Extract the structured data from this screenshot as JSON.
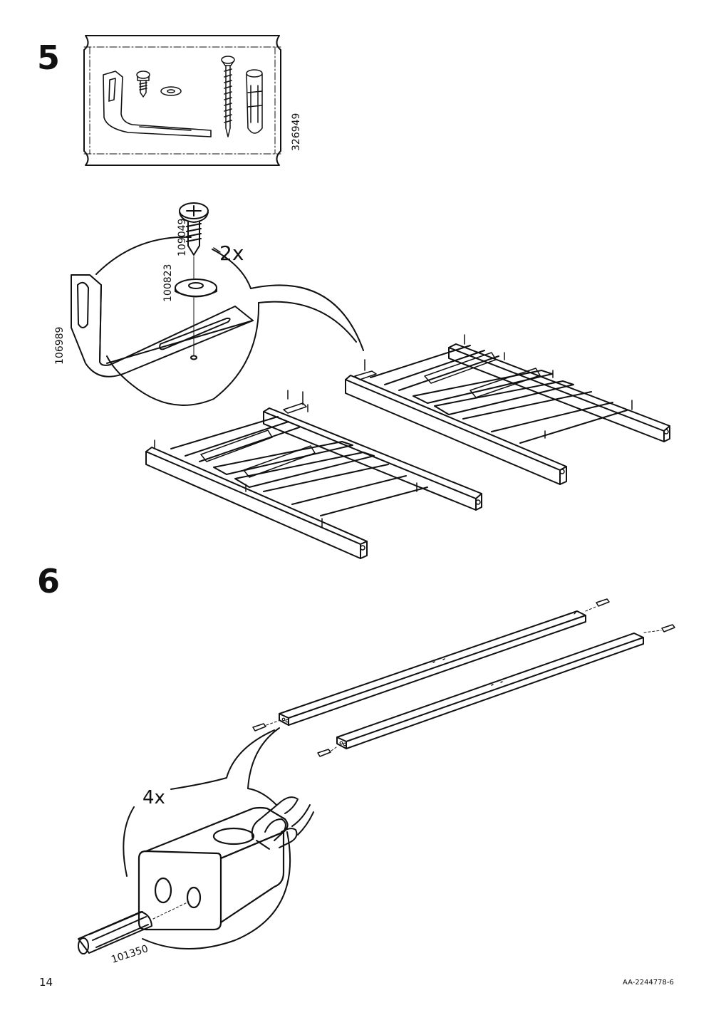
{
  "page": {
    "page_number": "14",
    "document_code": "AA-2244778-6"
  },
  "step5": {
    "number": "5",
    "parts_bag_code": "326949",
    "screw_code": "109049",
    "washer_code": "100823",
    "bracket_code": "106989",
    "quantity": "2x"
  },
  "step6": {
    "number": "6",
    "quantity": "4x",
    "dowel_code": "101350"
  }
}
